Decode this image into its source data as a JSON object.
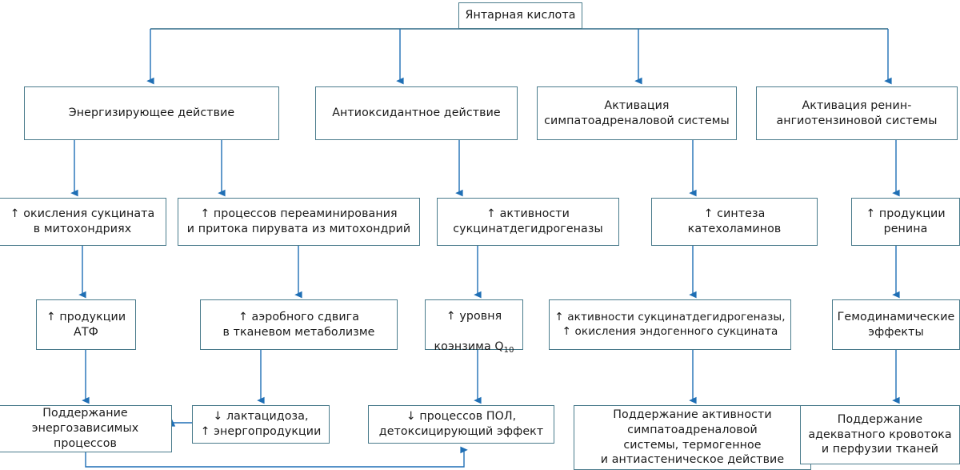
{
  "diagram": {
    "title": "Янтарная кислота",
    "language": "ru",
    "theme": {
      "box_border": "#4a7b8c",
      "arrow": "#1f6fb5",
      "connector_line": "#2e6a87",
      "background": "#ffffff",
      "text": "#1a1a1a"
    },
    "root": {
      "label": "Янтарная кислота"
    },
    "branches": [
      {
        "id": "energizing",
        "label": "Энергизирующее действие"
      },
      {
        "id": "antioxidant",
        "label": "Антиоксидантное действие"
      },
      {
        "id": "sympathoadrenal",
        "label": "Активация\nсимпатоадреналовой системы"
      },
      {
        "id": "renin",
        "label": "Активация ренин-\nангиотензиновой системы"
      }
    ],
    "level3": [
      {
        "id": "oxidation",
        "label": "↑ окисления сукцината\nв митохондриях"
      },
      {
        "id": "transamin",
        "label": "↑ процессов переаминирования\nи притока пирувата из митохондрий"
      },
      {
        "id": "sdh-activity",
        "label": "↑ активности\nсукцинатдегидрогеназы"
      },
      {
        "id": "catechol",
        "label": "↑ синтеза\nкатехоламинов"
      },
      {
        "id": "renin-prod",
        "label": "↑ продукции\nренина"
      }
    ],
    "level4": [
      {
        "id": "atp",
        "label": "↑ продукции\nАТФ"
      },
      {
        "id": "aerobic",
        "label": "↑ аэробного сдвига\nв тканевом метаболизме"
      },
      {
        "id": "coq10",
        "label_line1": "↑ уровня",
        "label_line2_prefix": "коэнзима Q",
        "label_line2_sub": "10"
      },
      {
        "id": "sdh-endo",
        "label": "↑ активности сукцинатдегидрогеназы,\n↑ окисления эндогенного сукцината"
      },
      {
        "id": "hemodyn",
        "label": "Гемодинамические\nэффекты"
      }
    ],
    "level5": [
      {
        "id": "energy-proc",
        "label": "Поддержание\nэнергозависимых\nпроцессов"
      },
      {
        "id": "lactacidosis",
        "label": "↓ лактацидоза,\n↑ энергопродукции"
      },
      {
        "id": "lpo",
        "label": "↓ процессов ПОЛ,\nдетоксицирующий эффект"
      },
      {
        "id": "sympath-act",
        "label": "Поддержание активности\nсимпатоадреналовой\nсистемы, термогенное\nи антиастеническое действие"
      },
      {
        "id": "perfusion",
        "label": "Поддержание\nадекватного кровотока\nи перфузии тканей"
      }
    ]
  }
}
